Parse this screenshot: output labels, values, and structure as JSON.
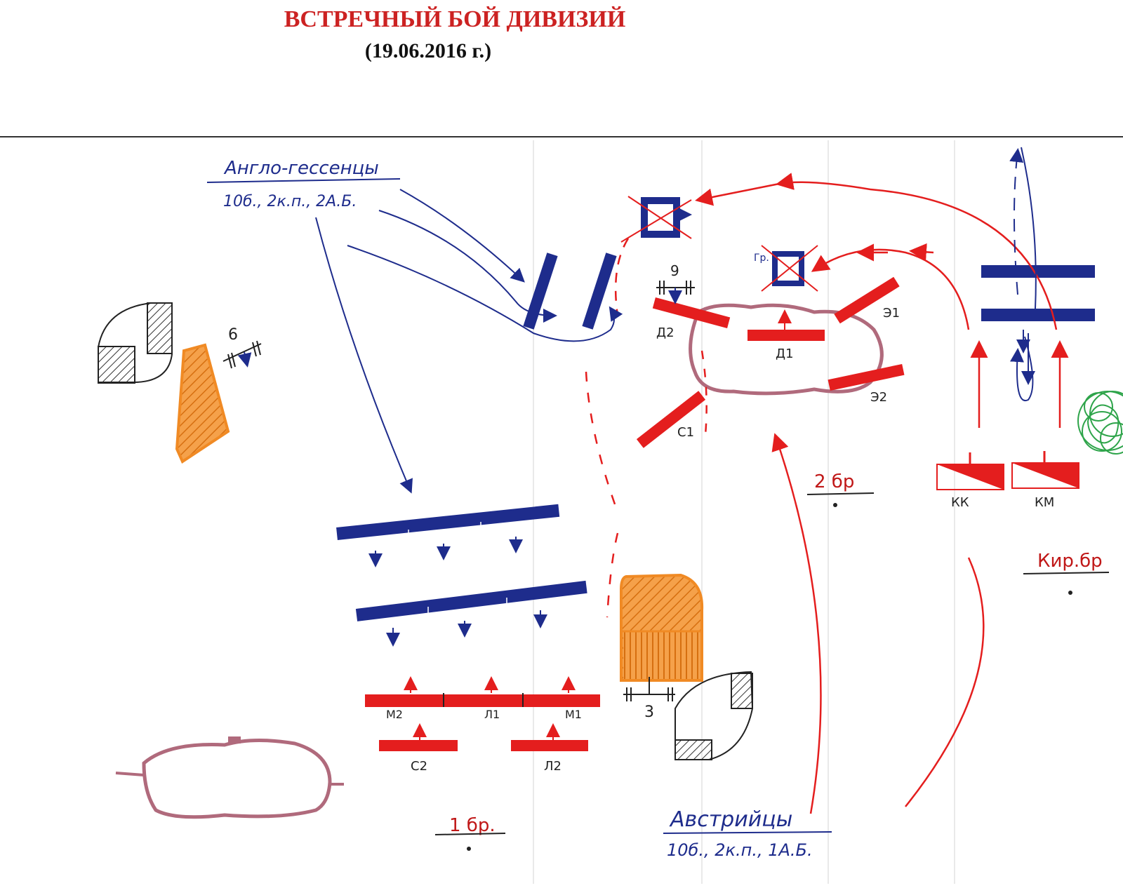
{
  "document": {
    "title": "ВСТРЕЧНЫЙ БОЙ ДИВИЗИЙ",
    "date": "(19.06.2016 г.)"
  },
  "colors": {
    "title": "#cc2222",
    "british": "#1e2c8c",
    "austrian": "#e41e1e",
    "town": "#b06a7c",
    "orange": "#f08a24",
    "forest": "#2ea44a",
    "building": "#222222"
  },
  "sides": {
    "british": {
      "name": "Англо-гессенцы",
      "composition": "10б., 2к.п., 2А.Б."
    },
    "austrian": {
      "name": "Австрийцы",
      "composition": "10б., 2к.п., 1А.Б."
    }
  },
  "brigades": {
    "b1": "1 бр.",
    "b2": "2 бр",
    "cav": "Кир.бр"
  },
  "units": {
    "d2": "Д2",
    "d1": "Д1",
    "e1": "Э1",
    "e2": "Э2",
    "s1": "С1",
    "m2": "М2",
    "l1": "Л1",
    "m1": "М1",
    "s2": "С2",
    "l2": "Л2",
    "kk": "КК",
    "km": "КМ",
    "art9": "9",
    "art6": "6",
    "art3": "3",
    "cmd": "Гр."
  },
  "icons": {
    "unit": "rect-bar",
    "fortified_point": "square-with-cross",
    "artillery": "battery-symbol",
    "building": "hatched-square",
    "field": "hatched-orange",
    "forest": "green-scribble",
    "town": "outline-blob"
  }
}
